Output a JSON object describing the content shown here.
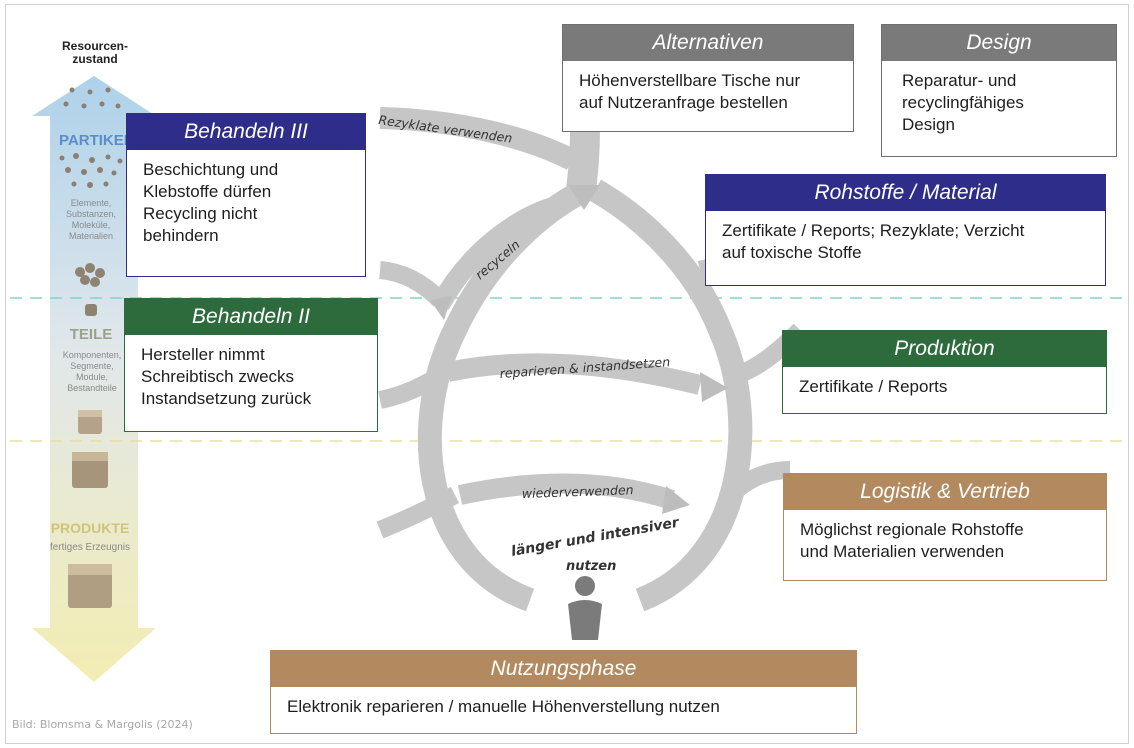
{
  "left_axis": {
    "title_line1": "Resourcen-",
    "title_line2": "zustand",
    "partikel": "PARTIKEL",
    "partikel_sub": [
      "Elemente,",
      "Substanzen,",
      "Moleküle,",
      "Materialien"
    ],
    "teile": "TEILE",
    "teile_sub": [
      "Komponenten,",
      "Segmente,",
      "Module,",
      "Bestandteile"
    ],
    "produkte": "PRODUKTE",
    "produkte_sub": "fertiges Erzeugnis",
    "colors": {
      "partikel": "#5b8ec9",
      "teile": "#9aa38a",
      "produkte": "#cfc47a"
    }
  },
  "cycle_labels": {
    "rezyklate": "Rezyklate verwenden",
    "recyceln": "recyceln",
    "reparieren": "reparieren & instandsetzen",
    "wiederverwenden": "wiederverwenden",
    "laenger": "länger und intensiver",
    "nutzen": "nutzen"
  },
  "boxes": {
    "alternativen": {
      "title": "Alternativen",
      "lines": [
        "Höhenverstellbare Tische nur",
        "auf Nutzeranfrage bestellen"
      ]
    },
    "design": {
      "title": "Design",
      "lines": [
        "Reparatur- und",
        "recyclingfähiges",
        "Design"
      ]
    },
    "behandeln3": {
      "title": "Behandeln III",
      "lines": [
        "Beschichtung und",
        "Klebstoffe dürfen",
        "Recycling nicht",
        "behindern"
      ]
    },
    "rohstoffe": {
      "title": "Rohstoffe / Material",
      "lines": [
        "Zertifikate / Reports; Rezyklate; Verzicht",
        "auf toxische Stoffe"
      ]
    },
    "behandeln2": {
      "title": "Behandeln II",
      "lines": [
        "Hersteller nimmt",
        "Schreibtisch zwecks",
        "Instandsetzung zurück"
      ]
    },
    "produktion": {
      "title": "Produktion",
      "lines": [
        "Zertifikate / Reports"
      ]
    },
    "logistik": {
      "title": "Logistik & Vertrieb",
      "lines": [
        "Möglichst regionale Rohstoffe",
        "und Materialien verwenden"
      ]
    },
    "nutzungsphase": {
      "title": "Nutzungsphase",
      "lines": [
        "Elektronik reparieren / manuelle Höhenverstellung nutzen"
      ]
    }
  },
  "credit": "Bild: Blomsma & Margolis (2024)",
  "colors": {
    "gray": "#7a7a7a",
    "blue": "#2e2e8a",
    "green": "#2d6b3c",
    "tan": "#b38a5f",
    "dash_teal": "#7fd4cf",
    "dash_yellow": "#e8df9c"
  }
}
